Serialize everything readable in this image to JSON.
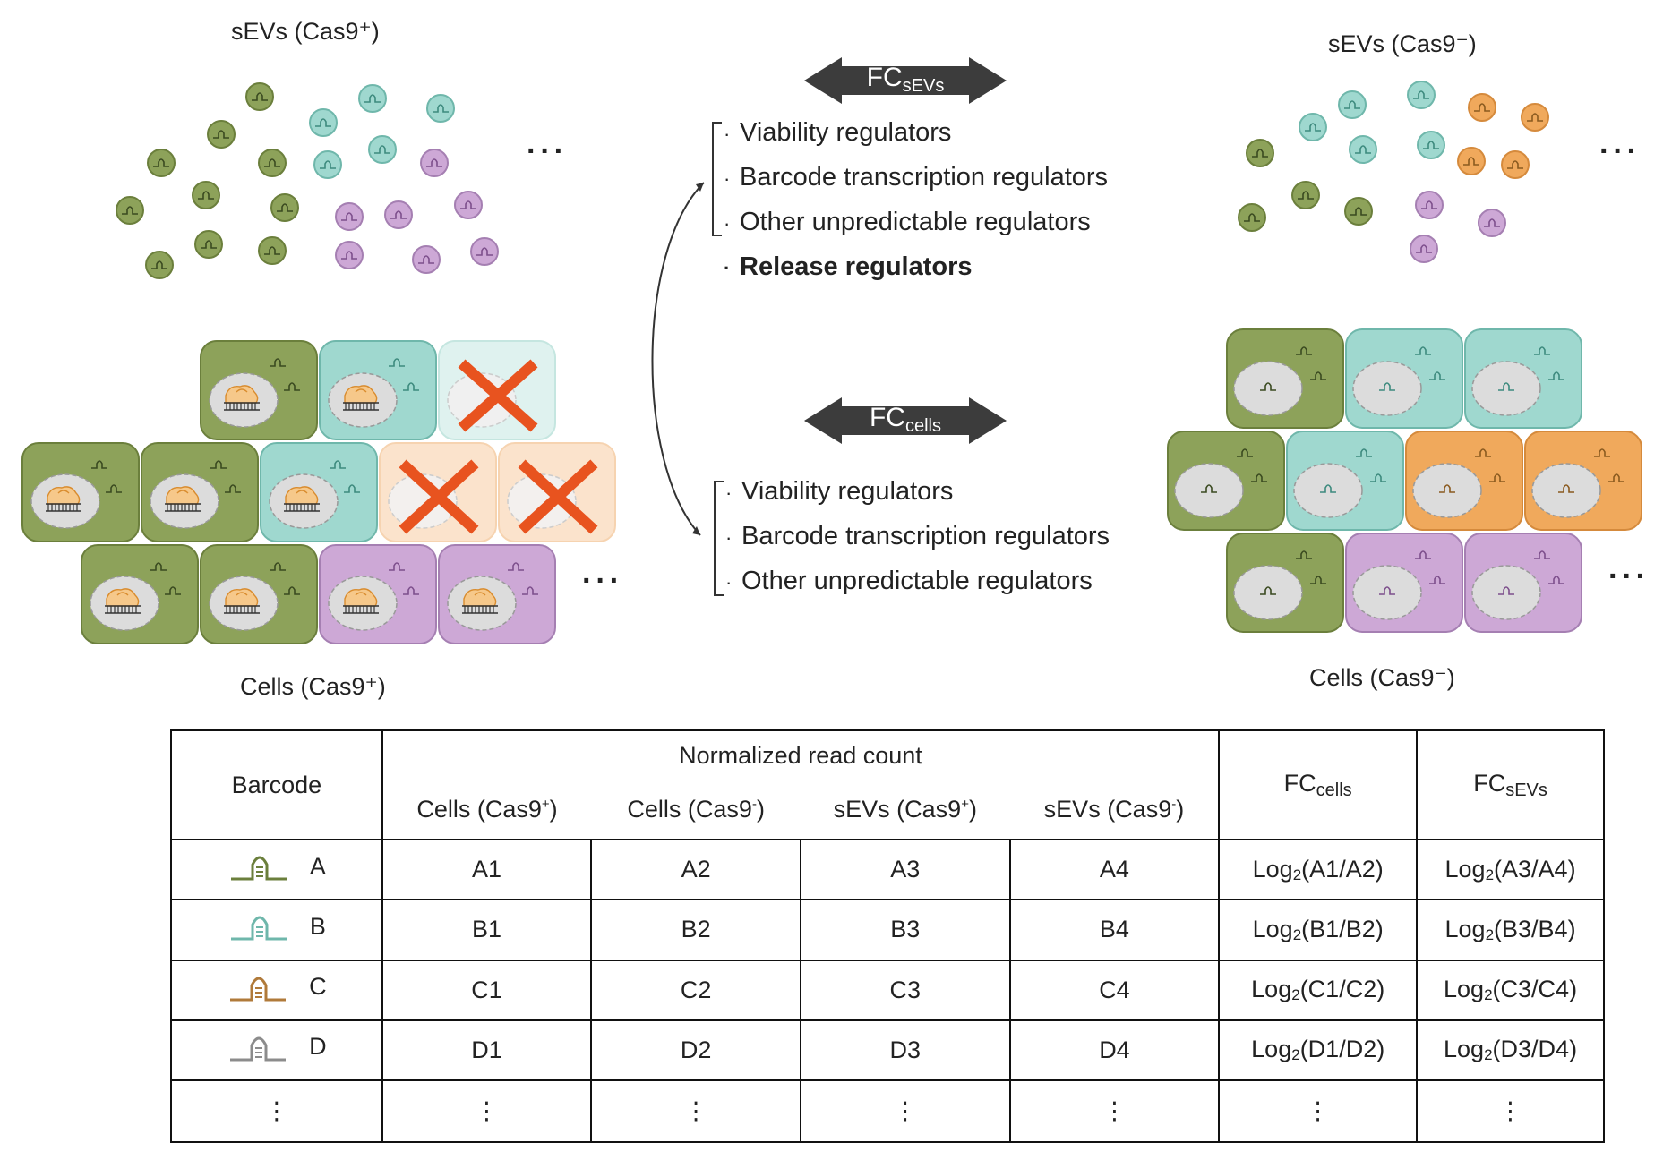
{
  "labels": {
    "sevs_pos": "sEVs (Cas9⁺)",
    "sevs_neg": "sEVs (Cas9⁻)",
    "cells_pos": "Cells (Cas9⁺)",
    "cells_neg": "Cells (Cas9⁻)",
    "ellipsis": "···"
  },
  "fc_sevs_arrow": {
    "main": "FC",
    "sub": "sEVs"
  },
  "fc_cells_arrow": {
    "main": "FC",
    "sub": "cells"
  },
  "sevs_regulators": [
    "Viability regulators",
    "Barcode transcription regulators",
    "Other unpredictable regulators",
    "Release regulators"
  ],
  "cells_regulators": [
    "Viability regulators",
    "Barcode transcription regulators",
    "Other unpredictable regulators"
  ],
  "colors": {
    "green": "#8da25a",
    "green_dark": "#6b7f3c",
    "teal": "#9fd8cf",
    "teal_dark": "#6fb7ab",
    "purple": "#cda8d6",
    "purple_dark": "#a57fb2",
    "orange": "#f0a95c",
    "orange_dark": "#d58a3c",
    "orange_faded": "#fbe3cc",
    "teal_faded": "#dff2ef",
    "cross": "#e8531f",
    "arrow": "#3c3c3c",
    "nucleus": "#dcdcdc"
  },
  "table": {
    "barcode_header": "Barcode",
    "group_header": "Normalized read count",
    "col_cells_pos": {
      "main": "Cells (Cas9",
      "sup": "+",
      "end": ")"
    },
    "col_cells_neg": {
      "main": "Cells (Cas9",
      "sup": "-",
      "end": ")"
    },
    "col_sevs_pos": {
      "main": "sEVs (Cas9",
      "sup": "+",
      "end": ")"
    },
    "col_sevs_neg": {
      "main": "sEVs (Cas9",
      "sup": "-",
      "end": ")"
    },
    "fc_cells": {
      "main": "FC",
      "sub": "cells"
    },
    "fc_sevs": {
      "main": "FC",
      "sub": "sEVs"
    },
    "rows": [
      {
        "barcode": "A",
        "color": "#6b7f3c",
        "c1": "A1",
        "c2": "A2",
        "c3": "A3",
        "c4": "A4",
        "fc_cells": {
          "log": "Log",
          "base": "2",
          "arg": "(A1/A2)"
        },
        "fc_sevs": {
          "log": "Log",
          "base": "2",
          "arg": "(A3/A4)"
        }
      },
      {
        "barcode": "B",
        "color": "#6fb7ab",
        "c1": "B1",
        "c2": "B2",
        "c3": "B3",
        "c4": "B4",
        "fc_cells": {
          "log": "Log",
          "base": "2",
          "arg": "(B1/B2)"
        },
        "fc_sevs": {
          "log": "Log",
          "base": "2",
          "arg": "(B3/B4)"
        }
      },
      {
        "barcode": "C",
        "color": "#b07a3a",
        "c1": "C1",
        "c2": "C2",
        "c3": "C3",
        "c4": "C4",
        "fc_cells": {
          "log": "Log",
          "base": "2",
          "arg": "(C1/C2)"
        },
        "fc_sevs": {
          "log": "Log",
          "base": "2",
          "arg": "(C3/C4)"
        }
      },
      {
        "barcode": "D",
        "color": "#8c8c8c",
        "c1": "D1",
        "c2": "D2",
        "c3": "D3",
        "c4": "D4",
        "fc_cells": {
          "log": "Log",
          "base": "2",
          "arg": "(D1/D2)"
        },
        "fc_sevs": {
          "log": "Log",
          "base": "2",
          "arg": "(D3/D4)"
        }
      }
    ],
    "vdots": "⋮"
  }
}
